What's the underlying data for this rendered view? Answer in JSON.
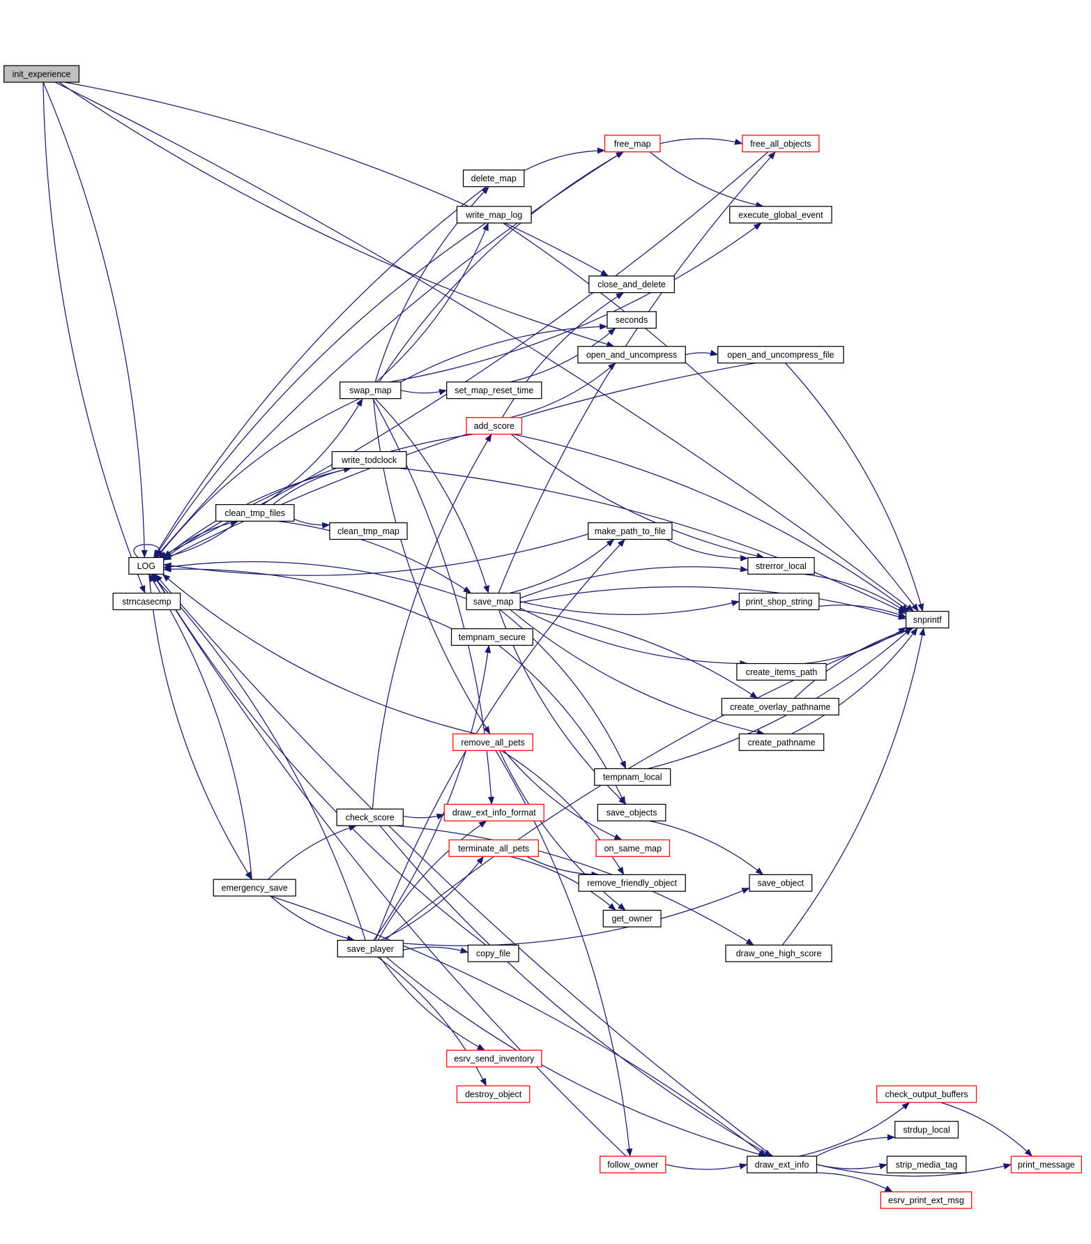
{
  "graph": {
    "type": "call-graph",
    "root": "init_experience",
    "colors": {
      "edge": "#191970",
      "node_border": "#000000",
      "node_border_truncated": "#ff0000",
      "root_fill": "#bfbfbf",
      "node_fill": "#ffffff"
    },
    "nodes": [
      {
        "id": "init_experience",
        "label": "init_experience",
        "root": true
      },
      {
        "id": "LOG",
        "label": "LOG"
      },
      {
        "id": "strncasecmp",
        "label": "strncasecmp"
      },
      {
        "id": "clean_tmp_files",
        "label": "clean_tmp_files"
      },
      {
        "id": "clean_tmp_map",
        "label": "clean_tmp_map"
      },
      {
        "id": "write_todclock",
        "label": "write_todclock"
      },
      {
        "id": "swap_map",
        "label": "swap_map"
      },
      {
        "id": "delete_map",
        "label": "delete_map"
      },
      {
        "id": "write_map_log",
        "label": "write_map_log"
      },
      {
        "id": "free_map",
        "label": "free_map",
        "truncated": true
      },
      {
        "id": "free_all_objects",
        "label": "free_all_objects",
        "truncated": true
      },
      {
        "id": "execute_global_event",
        "label": "execute_global_event"
      },
      {
        "id": "close_and_delete",
        "label": "close_and_delete"
      },
      {
        "id": "seconds",
        "label": "seconds"
      },
      {
        "id": "open_and_uncompress",
        "label": "open_and_uncompress"
      },
      {
        "id": "open_and_uncompress_file",
        "label": "open_and_uncompress_file"
      },
      {
        "id": "set_map_reset_time",
        "label": "set_map_reset_time"
      },
      {
        "id": "add_score",
        "label": "add_score",
        "truncated": true
      },
      {
        "id": "make_path_to_file",
        "label": "make_path_to_file"
      },
      {
        "id": "strerror_local",
        "label": "strerror_local"
      },
      {
        "id": "save_map",
        "label": "save_map"
      },
      {
        "id": "print_shop_string",
        "label": "print_shop_string"
      },
      {
        "id": "snprintf",
        "label": "snprintf"
      },
      {
        "id": "tempnam_secure",
        "label": "tempnam_secure"
      },
      {
        "id": "create_items_path",
        "label": "create_items_path"
      },
      {
        "id": "create_overlay_pathname",
        "label": "create_overlay_pathname"
      },
      {
        "id": "create_pathname",
        "label": "create_pathname"
      },
      {
        "id": "remove_all_pets",
        "label": "remove_all_pets",
        "truncated": true
      },
      {
        "id": "tempnam_local",
        "label": "tempnam_local"
      },
      {
        "id": "check_score",
        "label": "check_score"
      },
      {
        "id": "draw_ext_info_format",
        "label": "draw_ext_info_format",
        "truncated": true
      },
      {
        "id": "save_objects",
        "label": "save_objects"
      },
      {
        "id": "terminate_all_pets",
        "label": "terminate_all_pets",
        "truncated": true
      },
      {
        "id": "on_same_map",
        "label": "on_same_map",
        "truncated": true
      },
      {
        "id": "emergency_save",
        "label": "emergency_save"
      },
      {
        "id": "remove_friendly_object",
        "label": "remove_friendly_object"
      },
      {
        "id": "save_object",
        "label": "save_object"
      },
      {
        "id": "get_owner",
        "label": "get_owner"
      },
      {
        "id": "save_player",
        "label": "save_player"
      },
      {
        "id": "copy_file",
        "label": "copy_file"
      },
      {
        "id": "draw_one_high_score",
        "label": "draw_one_high_score"
      },
      {
        "id": "esrv_send_inventory",
        "label": "esrv_send_inventory",
        "truncated": true
      },
      {
        "id": "destroy_object",
        "label": "destroy_object",
        "truncated": true
      },
      {
        "id": "check_output_buffers",
        "label": "check_output_buffers",
        "truncated": true
      },
      {
        "id": "strdup_local",
        "label": "strdup_local"
      },
      {
        "id": "follow_owner",
        "label": "follow_owner",
        "truncated": true
      },
      {
        "id": "draw_ext_info",
        "label": "draw_ext_info"
      },
      {
        "id": "strip_media_tag",
        "label": "strip_media_tag"
      },
      {
        "id": "print_message",
        "label": "print_message",
        "truncated": true
      },
      {
        "id": "esrv_print_ext_msg",
        "label": "esrv_print_ext_msg",
        "truncated": true
      }
    ],
    "edges": [
      [
        "init_experience",
        "LOG"
      ],
      [
        "init_experience",
        "strncasecmp"
      ],
      [
        "init_experience",
        "close_and_delete"
      ],
      [
        "init_experience",
        "open_and_uncompress"
      ],
      [
        "init_experience",
        "snprintf"
      ],
      [
        "LOG",
        "LOG"
      ],
      [
        "LOG",
        "clean_tmp_files"
      ],
      [
        "LOG",
        "emergency_save"
      ],
      [
        "clean_tmp_files",
        "LOG"
      ],
      [
        "clean_tmp_files",
        "swap_map"
      ],
      [
        "clean_tmp_files",
        "write_todclock"
      ],
      [
        "clean_tmp_files",
        "clean_tmp_map"
      ],
      [
        "clean_tmp_files",
        "save_map"
      ],
      [
        "write_todclock",
        "LOG"
      ],
      [
        "write_todclock",
        "snprintf"
      ],
      [
        "swap_map",
        "LOG"
      ],
      [
        "swap_map",
        "delete_map"
      ],
      [
        "swap_map",
        "write_map_log"
      ],
      [
        "swap_map",
        "free_map"
      ],
      [
        "swap_map",
        "execute_global_event"
      ],
      [
        "swap_map",
        "seconds"
      ],
      [
        "swap_map",
        "set_map_reset_time"
      ],
      [
        "swap_map",
        "save_map"
      ],
      [
        "swap_map",
        "remove_all_pets"
      ],
      [
        "swap_map",
        "draw_ext_info_format"
      ],
      [
        "delete_map",
        "LOG"
      ],
      [
        "delete_map",
        "free_map"
      ],
      [
        "write_map_log",
        "LOG"
      ],
      [
        "write_map_log",
        "snprintf"
      ],
      [
        "free_map",
        "LOG"
      ],
      [
        "free_map",
        "free_all_objects"
      ],
      [
        "free_map",
        "execute_global_event"
      ],
      [
        "free_all_objects",
        "LOG"
      ],
      [
        "set_map_reset_time",
        "seconds"
      ],
      [
        "open_and_uncompress",
        "open_and_uncompress_file"
      ],
      [
        "open_and_uncompress_file",
        "LOG"
      ],
      [
        "open_and_uncompress_file",
        "snprintf"
      ],
      [
        "add_score",
        "LOG"
      ],
      [
        "add_score",
        "close_and_delete"
      ],
      [
        "add_score",
        "open_and_uncompress"
      ],
      [
        "add_score",
        "snprintf"
      ],
      [
        "add_score",
        "strerror_local"
      ],
      [
        "make_path_to_file",
        "LOG"
      ],
      [
        "make_path_to_file",
        "strerror_local"
      ],
      [
        "strerror_local",
        "snprintf"
      ],
      [
        "save_map",
        "LOG"
      ],
      [
        "save_map",
        "free_all_objects"
      ],
      [
        "save_map",
        "make_path_to_file"
      ],
      [
        "save_map",
        "strerror_local"
      ],
      [
        "save_map",
        "print_shop_string"
      ],
      [
        "save_map",
        "snprintf"
      ],
      [
        "save_map",
        "create_items_path"
      ],
      [
        "save_map",
        "create_overlay_pathname"
      ],
      [
        "save_map",
        "create_pathname"
      ],
      [
        "save_map",
        "tempnam_local"
      ],
      [
        "save_map",
        "save_objects"
      ],
      [
        "print_shop_string",
        "snprintf"
      ],
      [
        "tempnam_secure",
        "LOG"
      ],
      [
        "tempnam_secure",
        "save_objects"
      ],
      [
        "create_items_path",
        "snprintf"
      ],
      [
        "create_overlay_pathname",
        "snprintf"
      ],
      [
        "create_pathname",
        "snprintf"
      ],
      [
        "remove_all_pets",
        "LOG"
      ],
      [
        "remove_all_pets",
        "on_same_map"
      ],
      [
        "remove_all_pets",
        "remove_friendly_object"
      ],
      [
        "remove_all_pets",
        "get_owner"
      ],
      [
        "remove_all_pets",
        "follow_owner"
      ],
      [
        "tempnam_local",
        "snprintf"
      ],
      [
        "check_score",
        "add_score"
      ],
      [
        "check_score",
        "draw_ext_info_format"
      ],
      [
        "check_score",
        "draw_one_high_score"
      ],
      [
        "check_score",
        "draw_ext_info"
      ],
      [
        "save_objects",
        "save_object"
      ],
      [
        "terminate_all_pets",
        "remove_friendly_object"
      ],
      [
        "terminate_all_pets",
        "get_owner"
      ],
      [
        "emergency_save",
        "LOG"
      ],
      [
        "emergency_save",
        "check_score"
      ],
      [
        "emergency_save",
        "save_player"
      ],
      [
        "emergency_save",
        "draw_ext_info"
      ],
      [
        "save_player",
        "LOG"
      ],
      [
        "save_player",
        "make_path_to_file"
      ],
      [
        "save_player",
        "tempnam_secure"
      ],
      [
        "save_player",
        "draw_ext_info_format"
      ],
      [
        "save_player",
        "terminate_all_pets"
      ],
      [
        "save_player",
        "copy_file"
      ],
      [
        "save_player",
        "save_object"
      ],
      [
        "save_player",
        "snprintf"
      ],
      [
        "save_player",
        "esrv_send_inventory"
      ],
      [
        "save_player",
        "destroy_object"
      ],
      [
        "save_player",
        "draw_ext_info"
      ],
      [
        "copy_file",
        "LOG"
      ],
      [
        "draw_one_high_score",
        "snprintf"
      ],
      [
        "follow_owner",
        "LOG"
      ],
      [
        "follow_owner",
        "draw_ext_info"
      ],
      [
        "draw_ext_info",
        "LOG"
      ],
      [
        "draw_ext_info",
        "check_output_buffers"
      ],
      [
        "draw_ext_info",
        "strdup_local"
      ],
      [
        "draw_ext_info",
        "strip_media_tag"
      ],
      [
        "draw_ext_info",
        "esrv_print_ext_msg"
      ],
      [
        "draw_ext_info",
        "print_message"
      ],
      [
        "check_output_buffers",
        "print_message"
      ]
    ]
  }
}
